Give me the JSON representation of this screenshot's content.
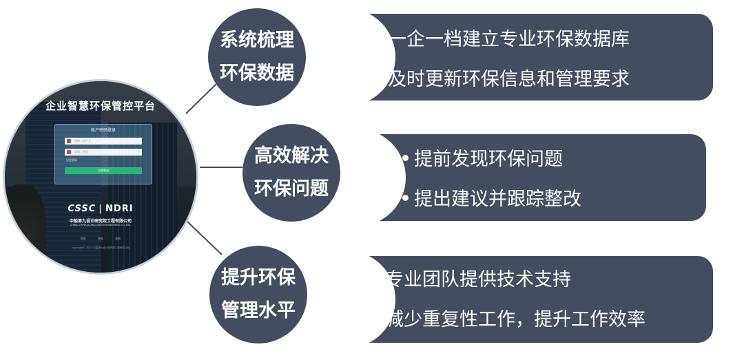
{
  "screenshot": {
    "title": "企业智慧环保管控平台",
    "login_card_title": "账户密码登录",
    "username_placeholder": "请输入用户名",
    "password_placeholder": "请输入密码",
    "remember_label": "记住密码",
    "login_button": "立即登录",
    "logo_left": "CSSC",
    "logo_right": "NDRI",
    "org_name": "中船第九设计研究院工程有限公司",
    "org_name_en": "CHINA SHIPBUILDING NDRI ENGINEERING CO.,LTD.",
    "links": [
      "帮助",
      "隐私",
      "条款"
    ],
    "copyright": "copyright© 2019 中船第九设计研究院工程有限公司"
  },
  "sections": [
    {
      "heading_lines": [
        "系统梳理",
        "环保数据"
      ],
      "bullets": [
        "一企一档建立专业环保数据库",
        "及时更新环保信息和管理要求"
      ]
    },
    {
      "heading_lines": [
        "高效解决",
        "环保问题"
      ],
      "bullets": [
        "提前发现环保问题",
        "提出建议并跟踪整改"
      ]
    },
    {
      "heading_lines": [
        "提升环保",
        "管理水平"
      ],
      "bullets": [
        "专业团队提供技术支持",
        "减少重复性工作，提升工作效率"
      ]
    }
  ],
  "colors": {
    "bubble": "#434d5f",
    "connector": "#434d5f",
    "text": "#ffffff"
  }
}
